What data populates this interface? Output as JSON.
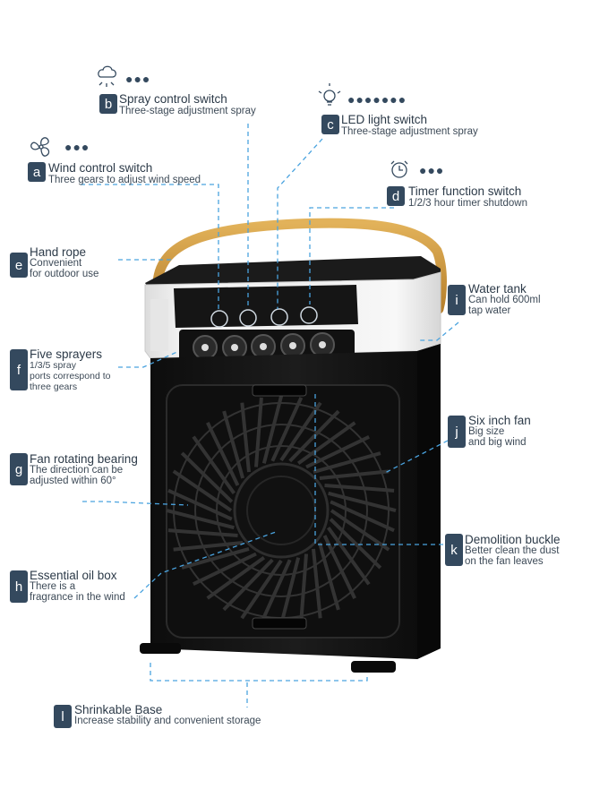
{
  "features": {
    "b": {
      "letter": "b",
      "title": "Spray control switch",
      "desc": "Three-stage adjustment spray",
      "icon": "spray-icon"
    },
    "c": {
      "letter": "c",
      "title": "LED light switch",
      "desc": "Three-stage adjustment spray",
      "icon": "bulb-icon"
    },
    "a": {
      "letter": "a",
      "title": "Wind control switch",
      "desc": "Three gears to adjust wind speed",
      "icon": "fan-icon"
    },
    "d": {
      "letter": "d",
      "title": "Timer function switch",
      "desc": "1/2/3 hour timer shutdown",
      "icon": "alarm-clock-icon"
    },
    "e": {
      "letter": "e",
      "title": "Hand rope",
      "desc1": "Convenient",
      "desc2": "for outdoor use"
    },
    "i": {
      "letter": "i",
      "title": "Water tank",
      "desc1": "Can hold 600ml",
      "desc2": "tap water"
    },
    "f": {
      "letter": "f",
      "title": "Five sprayers",
      "desc1": "1/3/5 spray",
      "desc2": "ports correspond to",
      "desc3": "three gears"
    },
    "j": {
      "letter": "j",
      "title": "Six inch fan",
      "desc1": "Big size",
      "desc2": "and big wind"
    },
    "g": {
      "letter": "g",
      "title": "Fan rotating bearing",
      "desc1": "The direction can be",
      "desc2": "adjusted within 60°"
    },
    "k": {
      "letter": "k",
      "title": "Demolition buckle",
      "desc1": "Better clean the dust",
      "desc2": "on the fan leaves"
    },
    "h": {
      "letter": "h",
      "title": "Essential oil box",
      "desc1": "There is a",
      "desc2": "fragrance in the wind"
    },
    "l": {
      "letter": "l",
      "title": "Shrinkable Base",
      "desc": "Increase stability and convenient storage"
    }
  },
  "dots": {
    "three": "●●●",
    "seven": "●●●●●●●"
  },
  "colors": {
    "badge": "#34495e",
    "leader": "#4aa3df",
    "body": "#1a1a1a",
    "handle": "#d19a3e"
  }
}
